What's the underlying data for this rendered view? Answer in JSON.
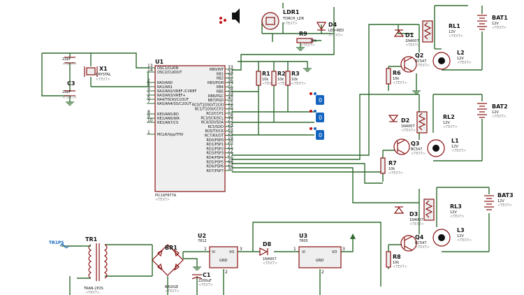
{
  "placeholder": "<TEXT>",
  "mcu": {
    "ref": "U1",
    "part": "PIC16F877A",
    "pins_left": [
      {
        "num": "13",
        "name": "OSC1/CLKIN"
      },
      {
        "num": "14",
        "name": "OSC2/CLKOUT"
      },
      {
        "num": "2",
        "name": "RA0/AN0"
      },
      {
        "num": "3",
        "name": "RA1/AN1"
      },
      {
        "num": "4",
        "name": "RA2/AN2/VREF-/CVREF"
      },
      {
        "num": "5",
        "name": "RA3/AN3/VREF+"
      },
      {
        "num": "6",
        "name": "RA4/T0CKI/C1OUT"
      },
      {
        "num": "7",
        "name": "RA5/AN4/SS/C2OUT"
      },
      {
        "num": "8",
        "name": "RE0/AN5/RD"
      },
      {
        "num": "9",
        "name": "RE1/AN6/WR"
      },
      {
        "num": "10",
        "name": "RE2/AN7/CS"
      },
      {
        "num": "1",
        "name": "MCLR/Vpp/THV"
      }
    ],
    "pins_right": [
      {
        "num": "33",
        "name": "RB0/INT"
      },
      {
        "num": "34",
        "name": "RB1"
      },
      {
        "num": "35",
        "name": "RB2"
      },
      {
        "num": "36",
        "name": "RB3/PGM"
      },
      {
        "num": "37",
        "name": "RB4"
      },
      {
        "num": "38",
        "name": "RB5"
      },
      {
        "num": "39",
        "name": "RB6/PGC"
      },
      {
        "num": "40",
        "name": "RB7/PGD"
      },
      {
        "num": "15",
        "name": "RC0/T1OSO/T1CKI"
      },
      {
        "num": "16",
        "name": "RC1/T1OSI/CCP2"
      },
      {
        "num": "17",
        "name": "RC2/CCP1"
      },
      {
        "num": "18",
        "name": "RC3/SCK/SCL"
      },
      {
        "num": "23",
        "name": "RC4/SDI/SDA"
      },
      {
        "num": "24",
        "name": "RC5/SDO"
      },
      {
        "num": "25",
        "name": "RC6/TX/CK"
      },
      {
        "num": "26",
        "name": "RC7/RX/DT"
      },
      {
        "num": "19",
        "name": "RD0/PSP0"
      },
      {
        "num": "20",
        "name": "RD1/PSP1"
      },
      {
        "num": "21",
        "name": "RD2/PSP2"
      },
      {
        "num": "22",
        "name": "RD3/PSP3"
      },
      {
        "num": "27",
        "name": "RD4/PSP4"
      },
      {
        "num": "28",
        "name": "RD5/PSP5"
      },
      {
        "num": "29",
        "name": "RD6/PSP6"
      },
      {
        "num": "30",
        "name": "RD7/PSP7"
      }
    ]
  },
  "crystal": {
    "ref": "X1",
    "value": "CRYSTAL"
  },
  "caps": {
    "c2": {
      "ref": "",
      "value": "22pF"
    },
    "c3": {
      "ref": "C3",
      "value": "22pF"
    },
    "c1": {
      "ref": "C1",
      "value": "2200uF"
    }
  },
  "ldr": {
    "ref": "LDR1",
    "value": "TORCH_LDR"
  },
  "led": {
    "ref": "D4",
    "value": "LED-RED"
  },
  "r9": {
    "ref": "R9",
    "value": "10k"
  },
  "pullups": [
    {
      "ref": "R1",
      "value": "10k"
    },
    {
      "ref": "R2",
      "value": "10k"
    },
    {
      "ref": "R3",
      "value": "10k"
    }
  ],
  "switch_value": "0",
  "channels": [
    {
      "diode": "D1",
      "diode_val": "1N4007",
      "relay": "RL1",
      "relay_val": "12V",
      "transistor": "Q2",
      "transistor_val": "BC547",
      "resistor": "R6",
      "resistor_val": "10k",
      "lamp": "L2",
      "lamp_val": "12V",
      "battery": "BAT1",
      "battery_val": "12V"
    },
    {
      "diode": "D2",
      "diode_val": "1N4007",
      "relay": "RL2",
      "relay_val": "12V",
      "transistor": "Q3",
      "transistor_val": "BC547",
      "resistor": "R7",
      "resistor_val": "10k",
      "lamp": "L1",
      "lamp_val": "12V",
      "battery": "BAT2",
      "battery_val": "12V"
    },
    {
      "diode": "D3",
      "diode_val": "1N4007",
      "relay": "RL3",
      "relay_val": "12V",
      "transistor": "Q4",
      "transistor_val": "BC547",
      "resistor": "R8",
      "resistor_val": "10k",
      "lamp": "L3",
      "lamp_val": "12V",
      "battery": "BAT3",
      "battery_val": "12V"
    }
  ],
  "power": {
    "source_label": "TR1PS",
    "transformer": {
      "ref": "TR1",
      "value": "TRAN-2P2S"
    },
    "bridge": {
      "ref": "BR1",
      "value": "BRIDGE"
    },
    "reg1": {
      "ref": "U2",
      "value": "7812",
      "vi": "VI",
      "vo": "VO",
      "gnd": "GND",
      "pin_in": "1",
      "pin_out": "3",
      "pin_gnd": "2"
    },
    "d8": {
      "ref": "D8",
      "value": "1N4007"
    },
    "reg2": {
      "ref": "U3",
      "value": "7805",
      "vi": "VI",
      "vo": "VO",
      "gnd": "GND",
      "pin_in": "1",
      "pin_out": "3",
      "pin_gnd": "2"
    }
  }
}
